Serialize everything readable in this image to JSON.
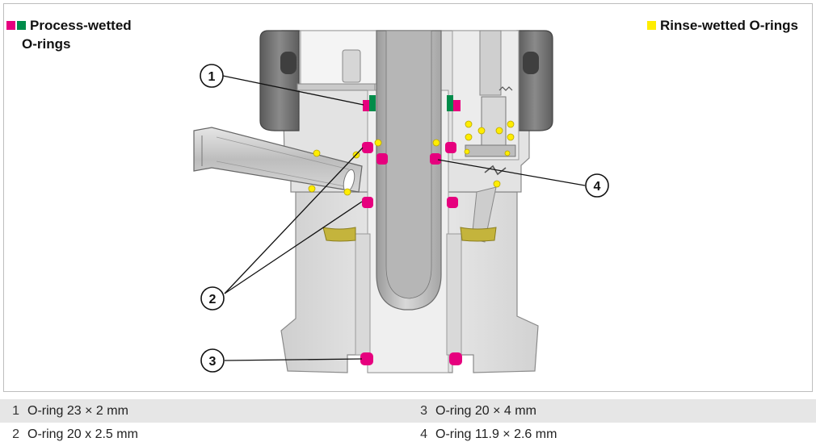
{
  "legend": {
    "process_line1": "Process-wetted",
    "process_line2": "O-rings",
    "rinse": "Rinse-wetted O-rings",
    "colors": {
      "magenta": "#e6007e",
      "green": "#008c4a",
      "yellow": "#ffed00"
    }
  },
  "callouts": [
    "1",
    "2",
    "3",
    "4"
  ],
  "table": {
    "rows": [
      {
        "left_num": "1",
        "left_text": "O-ring 23 × 2 mm",
        "right_num": "3",
        "right_text": "O-ring 20 × 4 mm"
      },
      {
        "left_num": "2",
        "left_text": "O-ring 20 x 2.5 mm",
        "right_num": "4",
        "right_text": "O-ring 11.9 × 2.6 mm"
      }
    ]
  }
}
